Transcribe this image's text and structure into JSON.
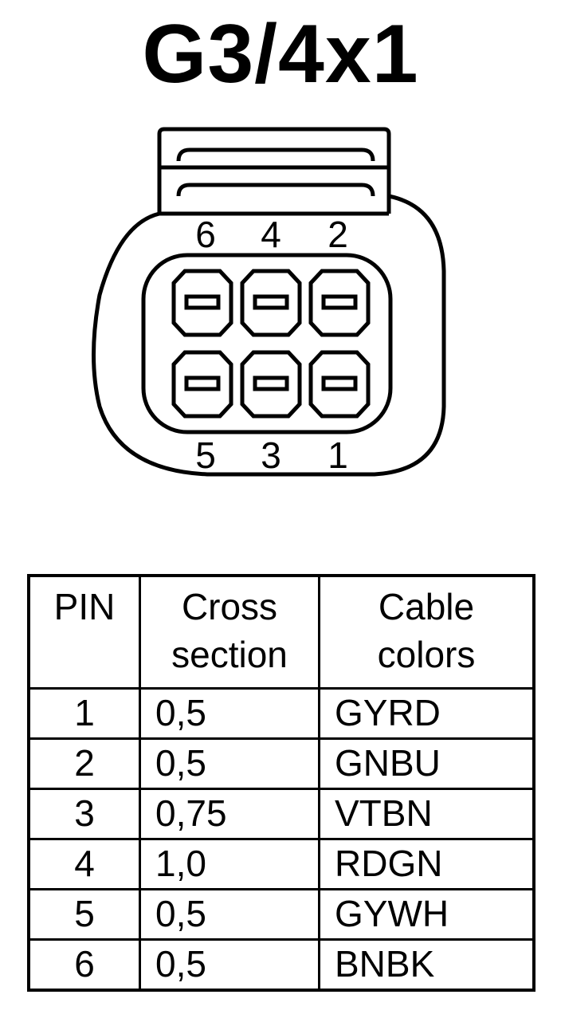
{
  "title": "G3/4x1",
  "connector": {
    "top_pin_labels": [
      "6",
      "4",
      "2"
    ],
    "bottom_pin_labels": [
      "5",
      "3",
      "1"
    ]
  },
  "table": {
    "headers": {
      "pin": "PIN",
      "cross_line1": "Cross",
      "cross_line2": "section",
      "colors_line1": "Cable",
      "colors_line2": "colors"
    },
    "rows": [
      {
        "pin": "1",
        "cross_section": "0,5",
        "cable_color": "GYRD"
      },
      {
        "pin": "2",
        "cross_section": "0,5",
        "cable_color": "GNBU"
      },
      {
        "pin": "3",
        "cross_section": "0,75",
        "cable_color": "VTBN"
      },
      {
        "pin": "4",
        "cross_section": "1,0",
        "cable_color": "RDGN"
      },
      {
        "pin": "5",
        "cross_section": "0,5",
        "cable_color": "GYWH"
      },
      {
        "pin": "6",
        "cross_section": "0,5",
        "cable_color": "BNBK"
      }
    ]
  }
}
